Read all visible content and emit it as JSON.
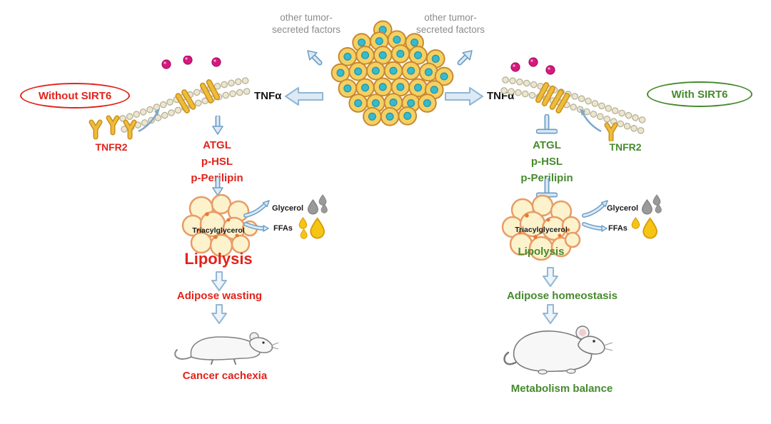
{
  "colors": {
    "red": "#e2231a",
    "green": "#468a2e",
    "gray_text": "#8c8c8c",
    "arrow_blue": "#6f9fc6",
    "ligand_magenta": "#d6197f",
    "receptor_gold": "#edbc3a",
    "tumor_cell_yellow": "#f4d063",
    "tumor_nucleus_teal": "#39b9cc",
    "adipocyte_fill": "#fcf3cd",
    "adipocyte_stroke": "#e89c66",
    "ffa_yellow": "#f6c513",
    "glycerol_gray": "#9a9a9a"
  },
  "center": {
    "factors_left": "other tumor-secreted factors",
    "factors_right": "other tumor-secreted factors",
    "tnfa_left": "TNFα",
    "tnfa_right": "TNFα"
  },
  "left": {
    "condition": "Without SIRT6",
    "receptor": "TNFR2",
    "enzymes": [
      "ATGL",
      "p-HSL",
      "p-Perilipin"
    ],
    "triacylglycerol": "Triacylglycerol",
    "glycerol": "Glycerol",
    "ffas": "FFAs",
    "lipolysis": "Lipolysis",
    "adipose": "Adipose wasting",
    "outcome": "Cancer cachexia"
  },
  "right": {
    "condition": "With SIRT6",
    "receptor": "TNFR2",
    "enzymes": [
      "ATGL",
      "p-HSL",
      "p-Perilipin"
    ],
    "triacylglycerol": "Triacylglycerol",
    "glycerol": "Glycerol",
    "ffas": "FFAs",
    "lipolysis": "Lipolysis",
    "adipose": "Adipose homeostasis",
    "outcome": "Metabolism balance"
  }
}
